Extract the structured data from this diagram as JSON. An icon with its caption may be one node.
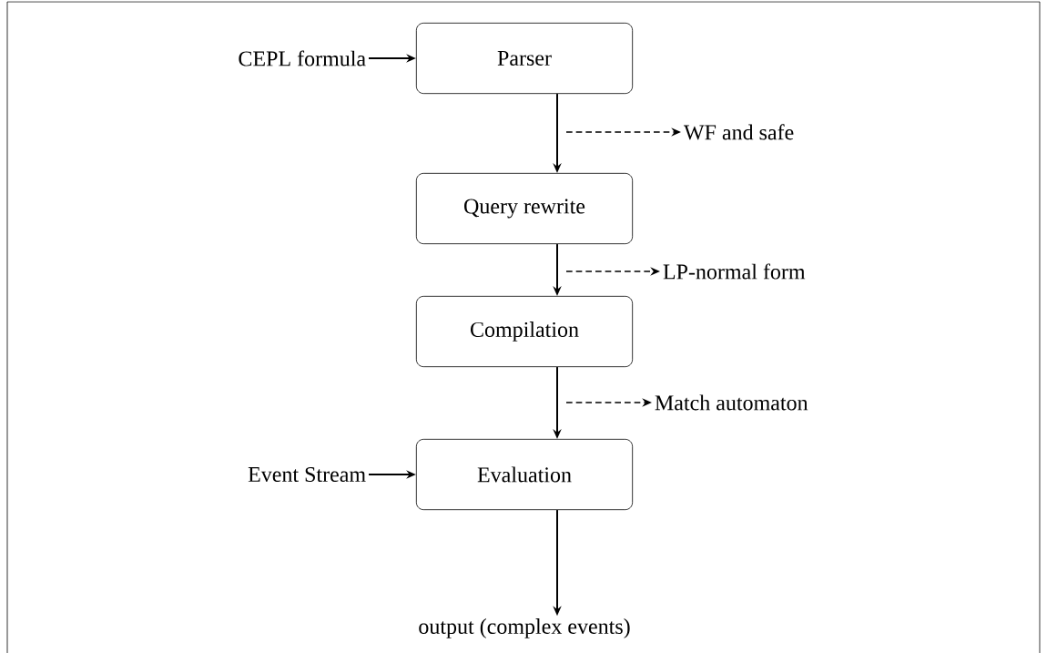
{
  "diagram": {
    "nodes": [
      {
        "text": [
          "CEPL formula"
        ]
      },
      {
        "text": [
          "Parser"
        ]
      },
      {
        "text": [
          "WF and safe"
        ]
      },
      {
        "text": [
          "Query rewrite"
        ]
      },
      {
        "text": [
          "LP-normal form"
        ]
      },
      {
        "text": [
          "Compilation"
        ]
      },
      {
        "text": [
          "Match automaton"
        ]
      },
      {
        "text": [
          "Event Stream"
        ]
      },
      {
        "text": [
          "Evaluation"
        ]
      },
      {
        "text": [
          "output (complex events)"
        ]
      }
    ],
    "edges": [
      {
        "from": 0,
        "to": 1,
        "arrow": "to"
      },
      {
        "from": 1,
        "to": 3,
        "arrow": "to"
      },
      {
        "from": null,
        "to": 2,
        "arrow": "to",
        "style": "dashed"
      },
      {
        "from": 3,
        "to": 5,
        "arrow": "to"
      },
      {
        "from": null,
        "to": 4,
        "arrow": "to",
        "style": "dashed"
      },
      {
        "from": 5,
        "to": 8,
        "arrow": "to"
      },
      {
        "from": null,
        "to": 6,
        "arrow": "to",
        "style": "dashed"
      },
      {
        "from": 7,
        "to": 8,
        "arrow": "to"
      },
      {
        "from": 8,
        "to": 9,
        "arrow": "to"
      }
    ]
  }
}
